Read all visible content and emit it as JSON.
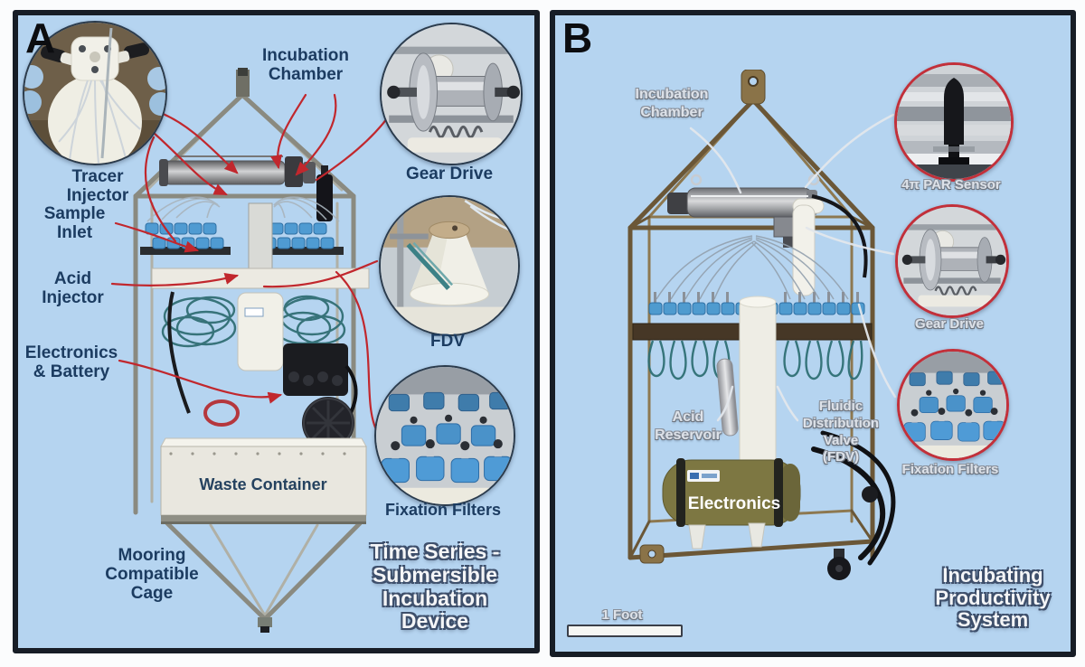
{
  "colors": {
    "panel-bg": "#b5d4f0",
    "panel-border": "#171d26",
    "label-navy": "#1c3c61",
    "leader-red": "#c1272d",
    "leader-gray": "#e3e7ec",
    "inset-ring-a": "#2b3b4c",
    "inset-ring-b": "#c2303a",
    "title-fill": "#f4f5f7",
    "title-outline": "#3e4f6b"
  },
  "panel_a": {
    "letter": "A",
    "device_title": "Time Series -\nSubmersible\nIncubation\nDevice",
    "callouts": {
      "incubation_chamber": "Incubation\nChamber",
      "tracer_injector": "Tracer\nInjector",
      "sample_inlet": "Sample\nInlet",
      "acid_injector": "Acid\nInjector",
      "electronics_battery": "Electronics\n& Battery",
      "mooring_cage": "Mooring\nCompatible\nCage",
      "gear_drive": "Gear Drive",
      "fdv": "FDV",
      "fixation_filters": "Fixation Filters",
      "waste_container": "Waste Container"
    }
  },
  "panel_b": {
    "letter": "B",
    "device_title": "Incubating\nProductivity\nSystem",
    "callouts": {
      "incubation_chamber": "Incubation\nChamber",
      "par_sensor": "4π PAR Sensor",
      "gear_drive": "Gear Drive",
      "fixation_filters": "Fixation Filters",
      "acid_reservoir": "Acid\nReservoir",
      "fdv": "Fluidic\nDistribution\nValve\n(FDV)",
      "electronics": "Electronics",
      "scale_bar": "1 Foot"
    }
  }
}
